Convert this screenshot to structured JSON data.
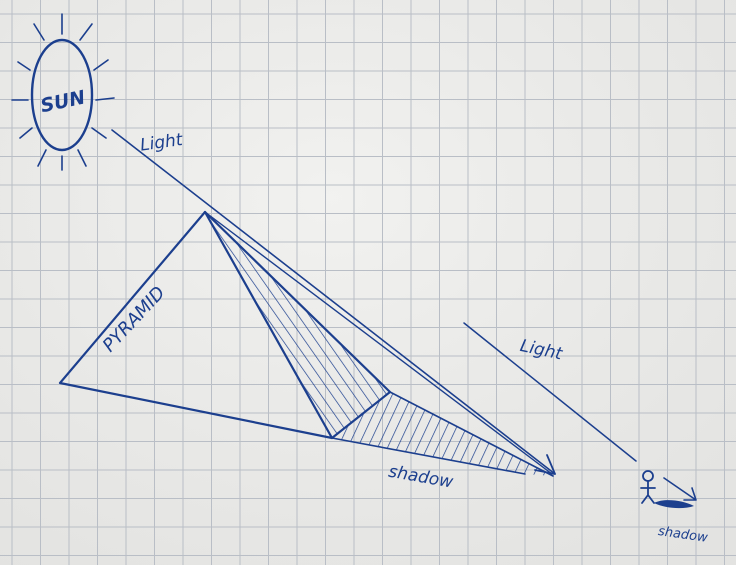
{
  "labels": {
    "sun": "SUN",
    "light_upper": "Light",
    "light_lower": "Light",
    "pyramid": "PYRAMID",
    "shadow_pyramid": "shadow",
    "shadow_person": "shadow"
  },
  "colors": {
    "ink": "#1c3f8e",
    "paper": "#eeeeec",
    "grid": "#b9bec6"
  }
}
